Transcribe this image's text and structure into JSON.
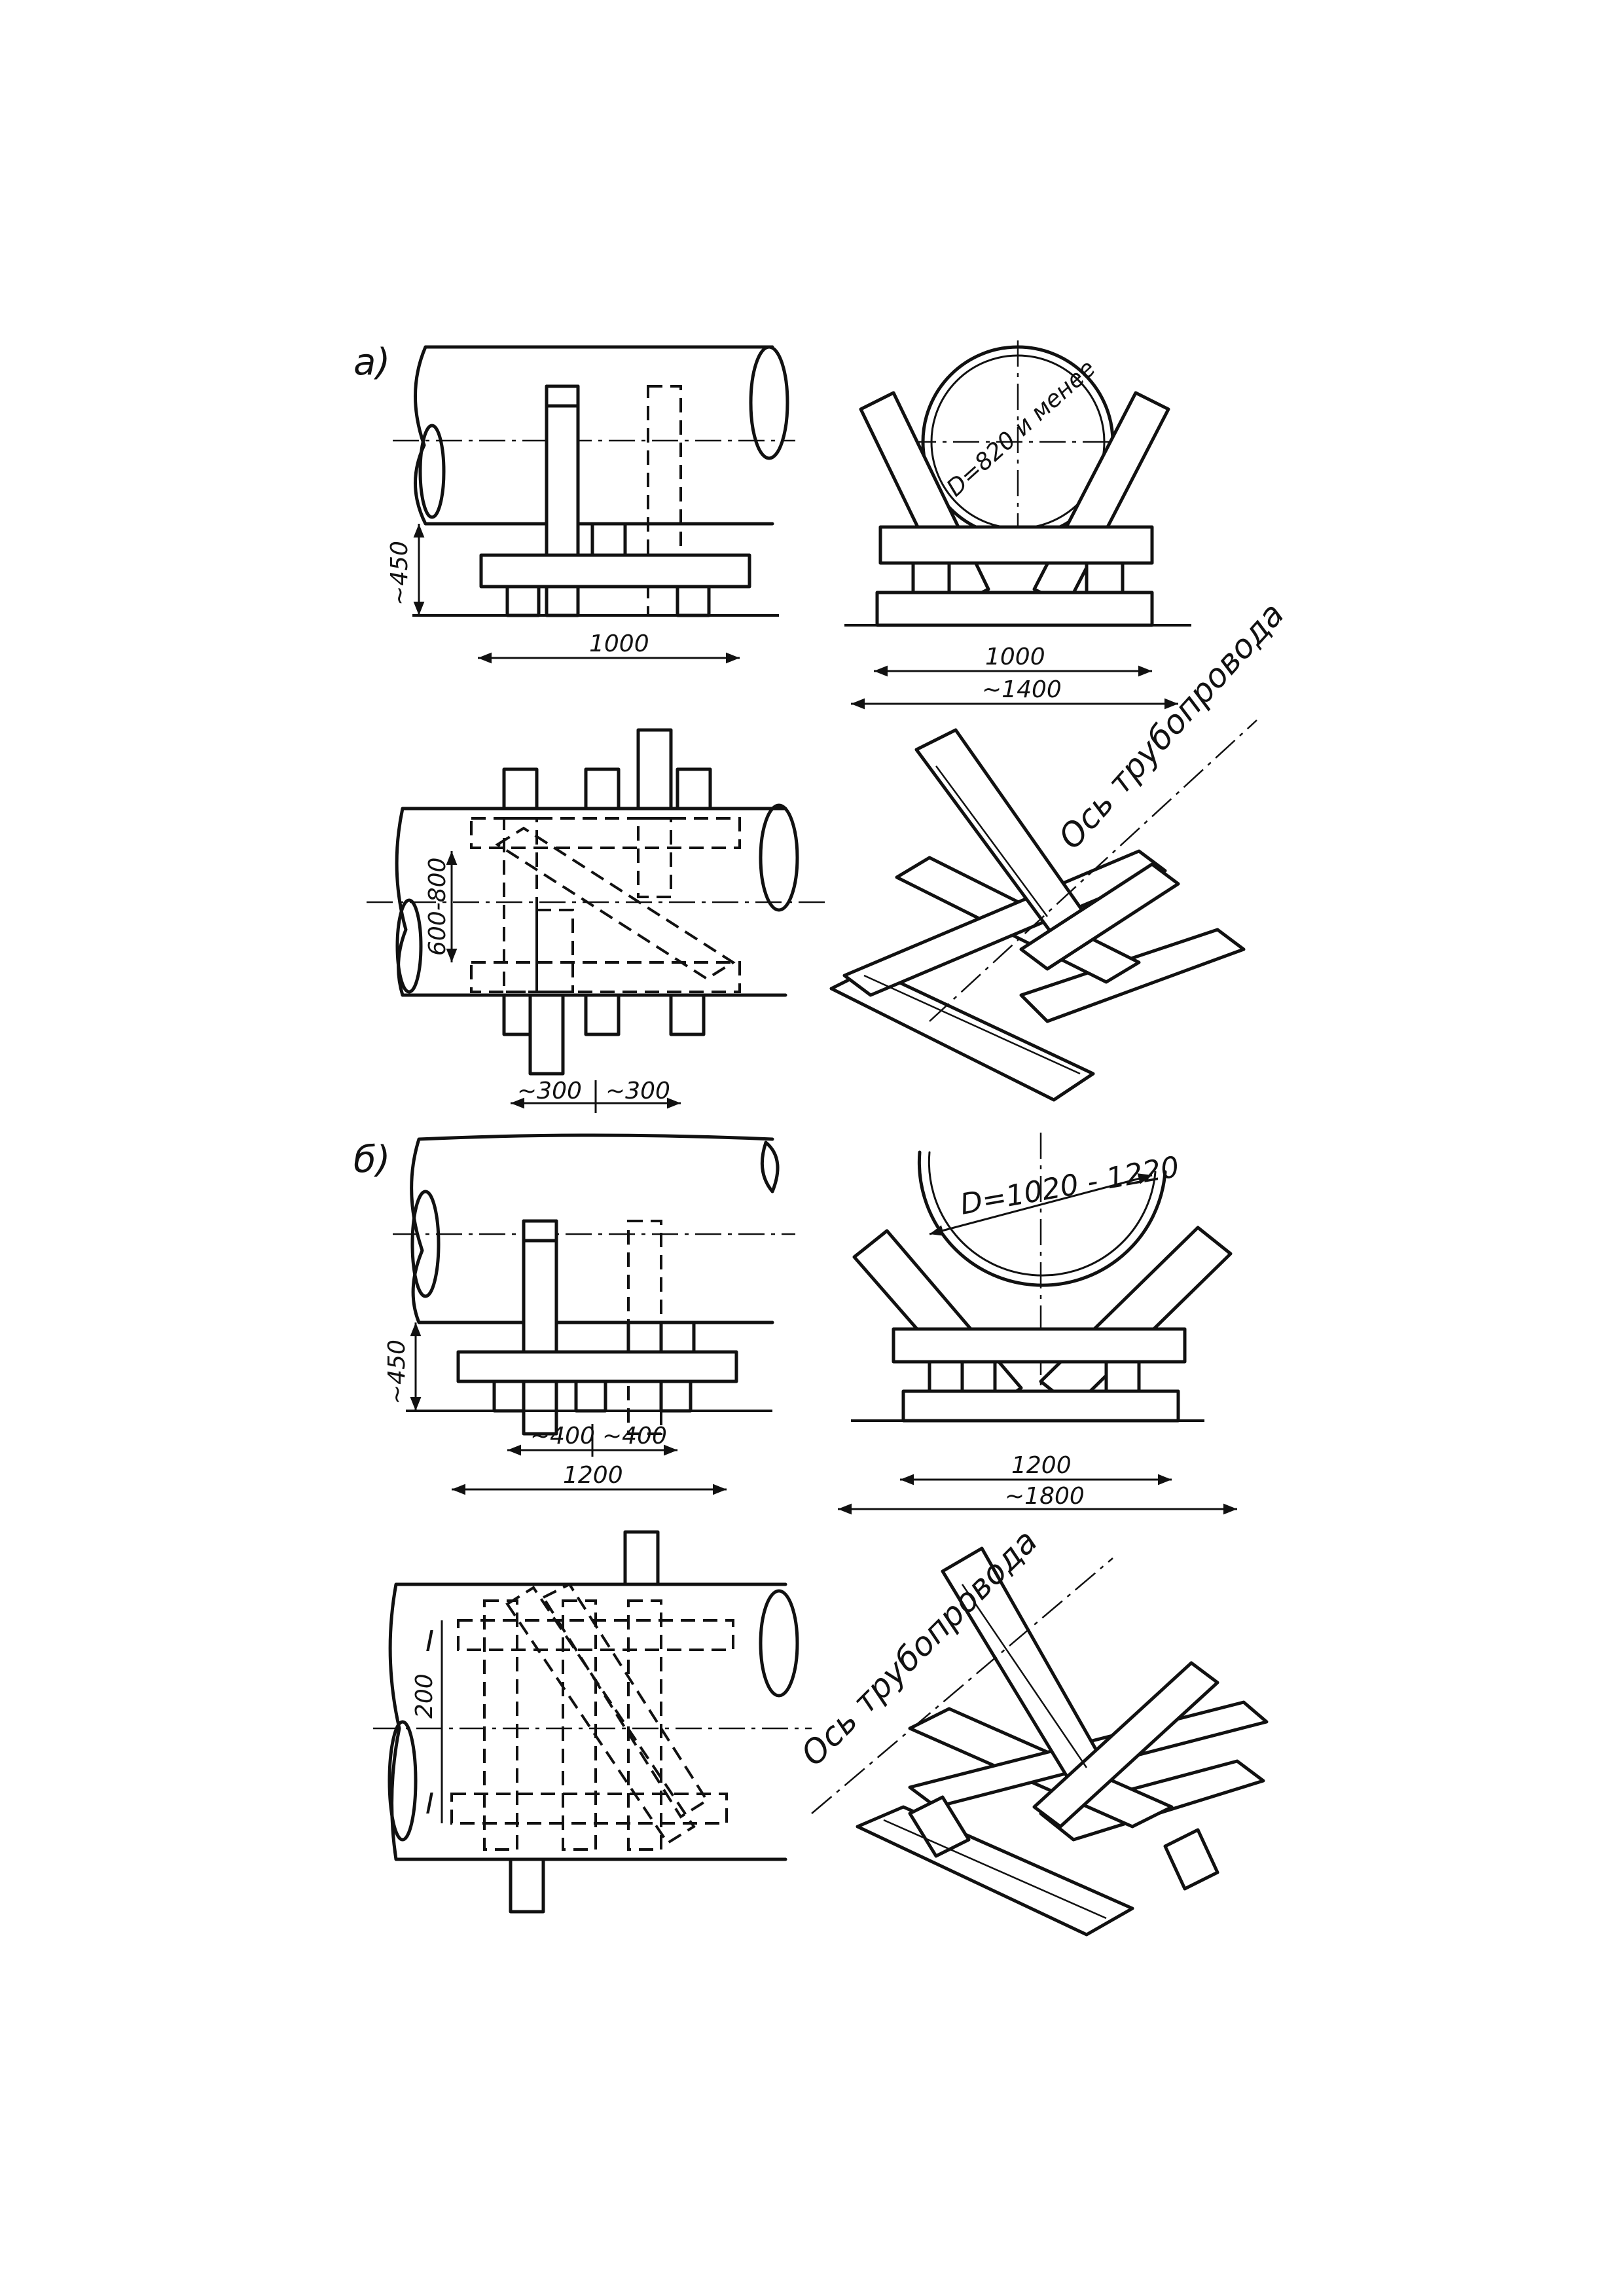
{
  "panels": {
    "a": {
      "part_label": "а)",
      "side_view": {
        "height_dim": "~450",
        "width_dim": "1000"
      },
      "end_view": {
        "diameter_label": "D=820 и менее",
        "inner_dim": "1000",
        "outer_dim": "~1400"
      },
      "plan_view": {
        "span_dim": "600-800",
        "spacing_left": "~300",
        "spacing_right": "~300"
      },
      "iso_view": {
        "axis_label": "Ось трубопровода"
      }
    },
    "b": {
      "part_label": "б)",
      "side_view": {
        "height_dim": "~450",
        "spacing_left": "~400",
        "spacing_right": "~400",
        "width_dim": "1200"
      },
      "end_view": {
        "diameter_label": "D=1020 - 1220",
        "inner_dim": "1200",
        "outer_dim": "~1800"
      },
      "plan_view": {
        "span_dim": "200",
        "section_mark_top": "I",
        "section_mark_bottom": "I"
      },
      "iso_view": {
        "axis_label": "Ось трубопровода"
      }
    }
  }
}
